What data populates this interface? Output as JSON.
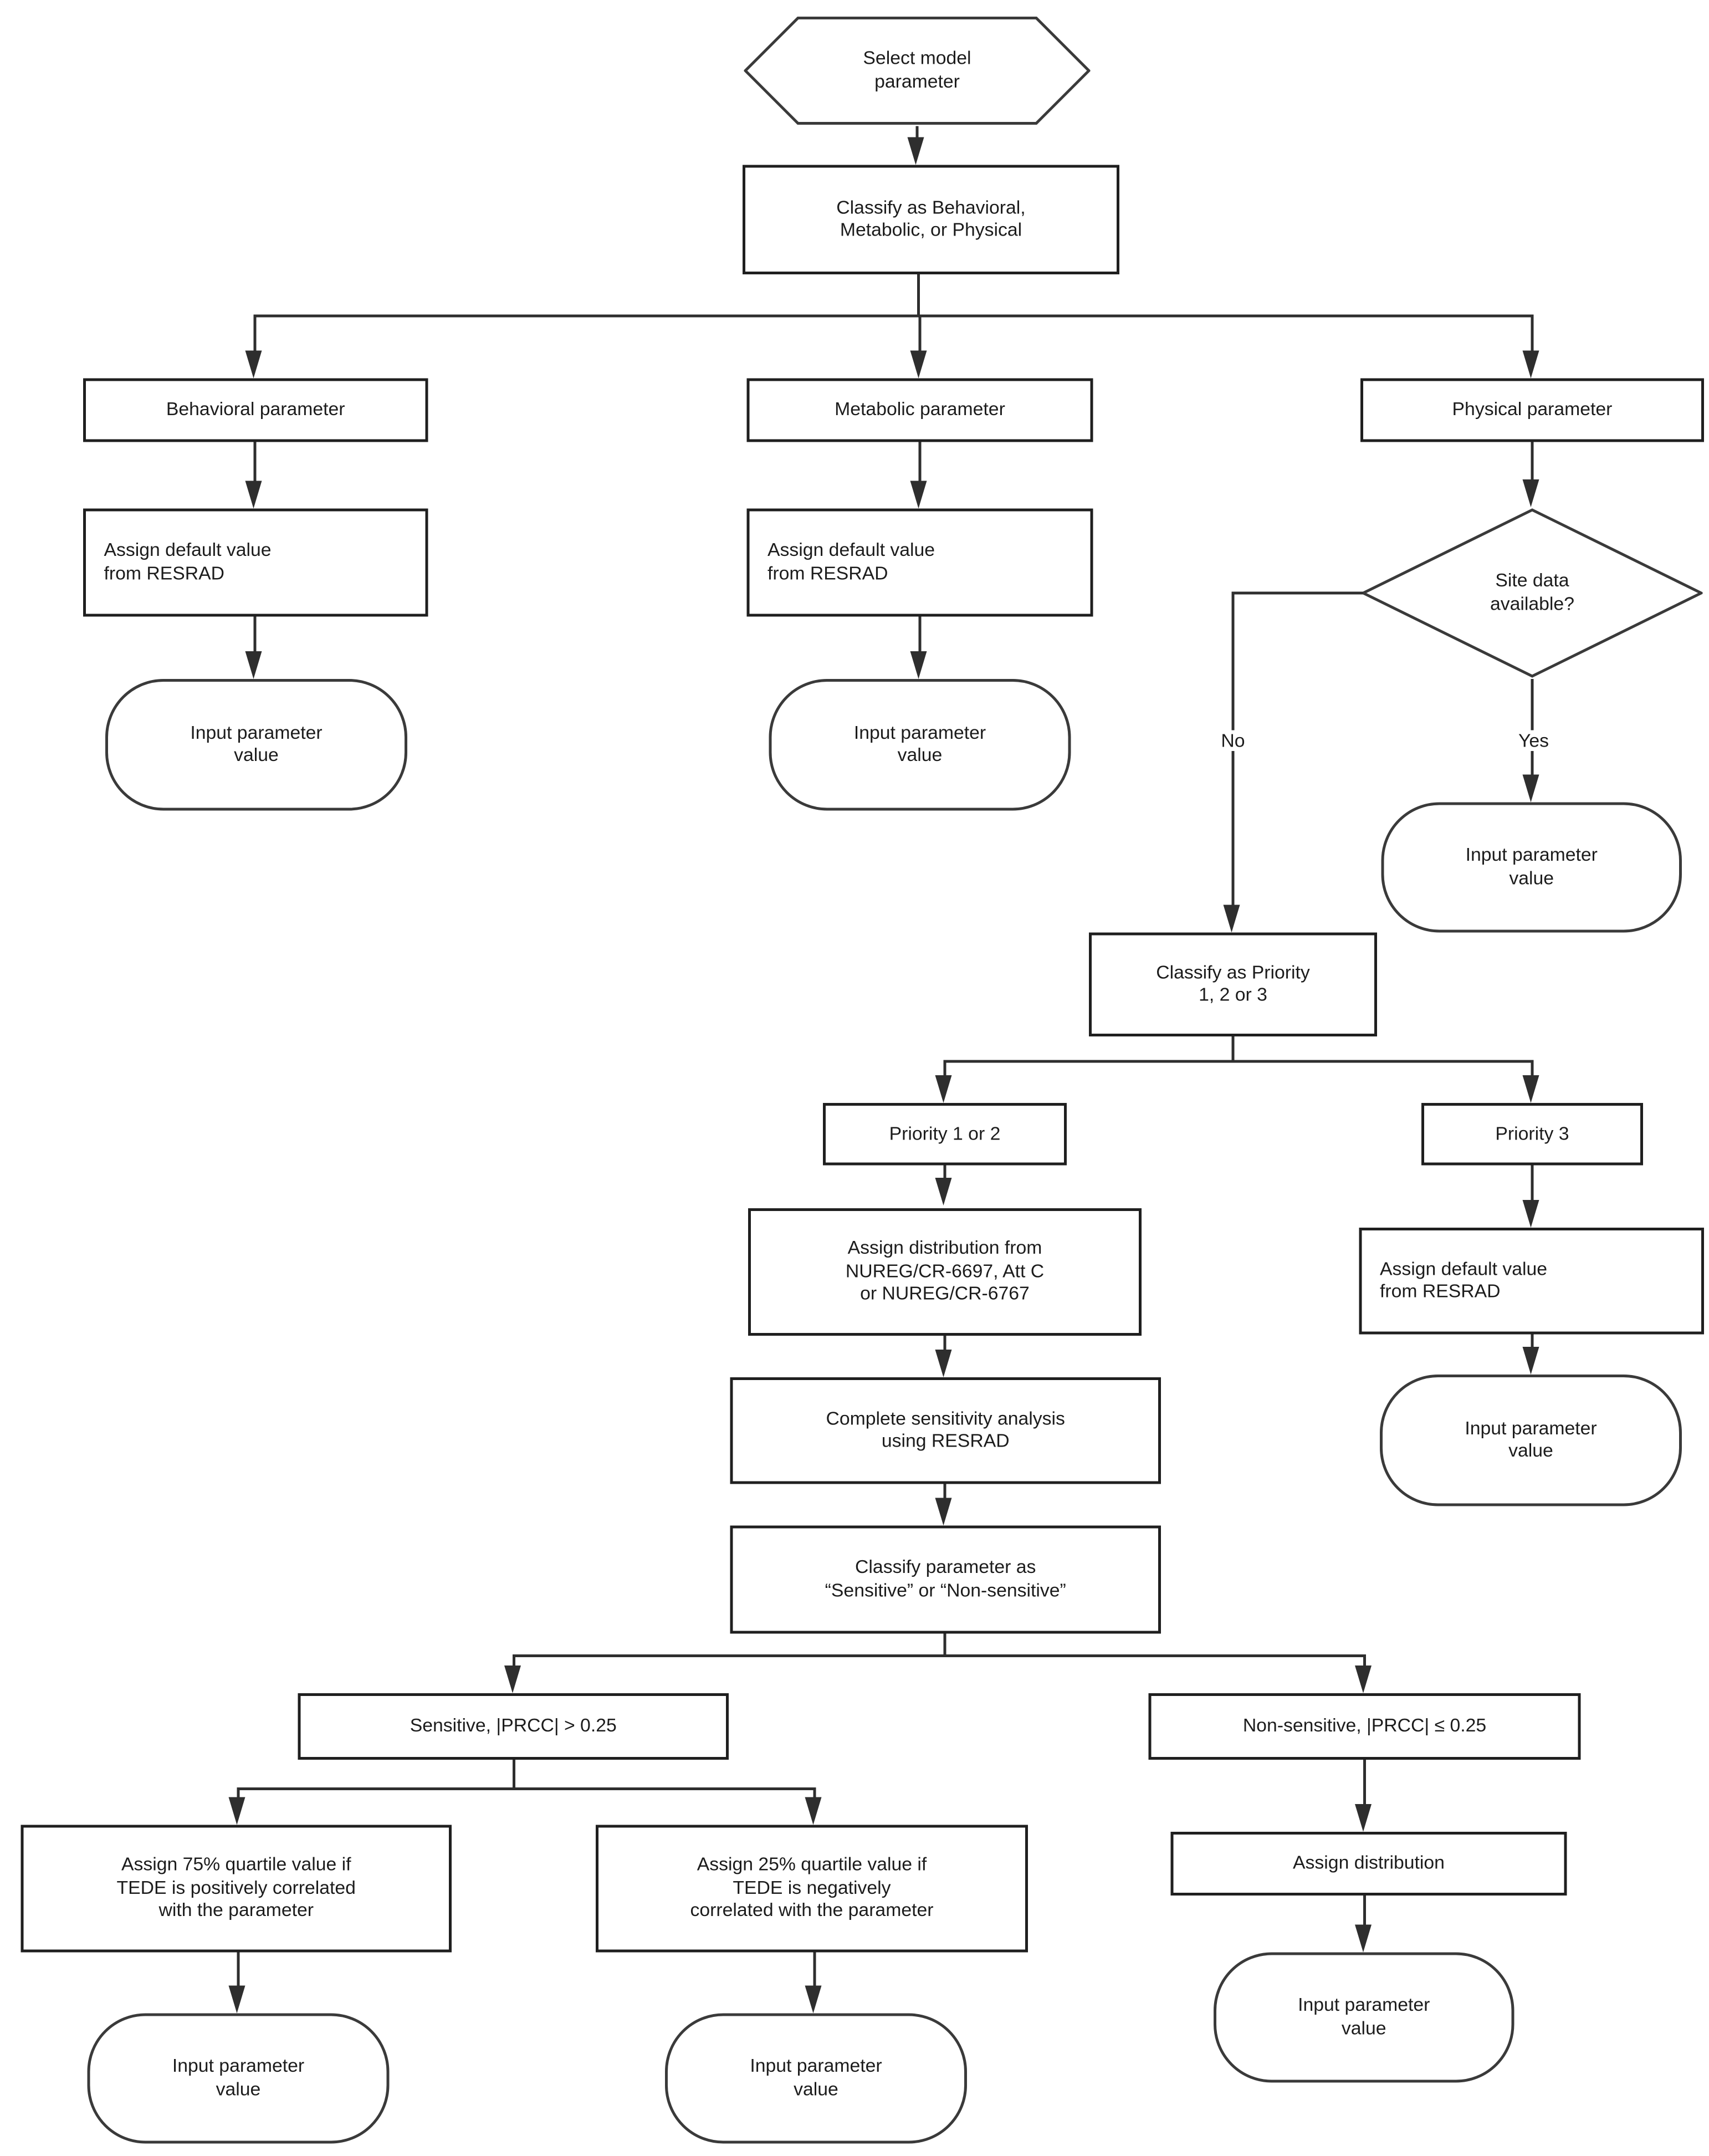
{
  "diagram": {
    "background": "#ffffff",
    "line_color": "#2e2e2e",
    "text_color": "#1c1c1c",
    "nodes": {
      "select_model": {
        "shape": "hexagon",
        "label": "Select model\nparameter"
      },
      "classify_bmp": {
        "shape": "rect",
        "label": "Classify as Behavioral,\nMetabolic, or Physical"
      },
      "behavioral": {
        "shape": "rect",
        "label": "Behavioral parameter"
      },
      "metabolic": {
        "shape": "rect",
        "label": "Metabolic parameter"
      },
      "physical": {
        "shape": "rect",
        "label": "Physical parameter"
      },
      "assign_default_behavioral": {
        "shape": "rect",
        "label": "Assign default value\nfrom RESRAD"
      },
      "assign_default_metabolic": {
        "shape": "rect",
        "label": "Assign default value\nfrom RESRAD"
      },
      "input_value_behavioral": {
        "shape": "stadium",
        "label": "Input parameter\nvalue"
      },
      "input_value_metabolic": {
        "shape": "stadium",
        "label": "Input parameter\nvalue"
      },
      "site_data": {
        "shape": "diamond",
        "label": "Site data\navailable?"
      },
      "input_value_yes": {
        "shape": "stadium",
        "label": "Input parameter\nvalue"
      },
      "classify_priority": {
        "shape": "rect",
        "label": "Classify as Priority\n1, 2 or 3"
      },
      "priority_1_2": {
        "shape": "rect",
        "label": "Priority 1 or 2"
      },
      "priority_3": {
        "shape": "rect",
        "label": "Priority 3"
      },
      "assign_distribution_nureg": {
        "shape": "rect",
        "label": "Assign distribution from\nNUREG/CR-6697, Att C\nor NUREG/CR-6767"
      },
      "assign_default_priority3": {
        "shape": "rect",
        "label": "Assign default value\nfrom RESRAD"
      },
      "input_value_priority3": {
        "shape": "stadium",
        "label": "Input parameter\nvalue"
      },
      "complete_sensitivity": {
        "shape": "rect",
        "label": "Complete sensitivity analysis\nusing RESRAD"
      },
      "classify_sensitive": {
        "shape": "rect",
        "label": "Classify parameter as\n“Sensitive” or “Non-sensitive”"
      },
      "sensitive": {
        "shape": "rect",
        "label": "Sensitive, |PRCC| > 0.25"
      },
      "non_sensitive": {
        "shape": "rect",
        "label": "Non-sensitive, |PRCC| ≤ 0.25"
      },
      "assign_75": {
        "shape": "rect",
        "label": "Assign 75% quartile value if\nTEDE is positively correlated\nwith the parameter"
      },
      "assign_25": {
        "shape": "rect",
        "label": "Assign 25% quartile value if\nTEDE is negatively\ncorrelated with the parameter"
      },
      "assign_distribution": {
        "shape": "rect",
        "label": "Assign distribution"
      },
      "input_value_75": {
        "shape": "stadium",
        "label": "Input parameter\nvalue"
      },
      "input_value_25": {
        "shape": "stadium",
        "label": "Input parameter\nvalue"
      },
      "input_value_dist": {
        "shape": "stadium",
        "label": "Input parameter\nvalue"
      }
    },
    "edge_labels": {
      "no": "No",
      "yes": "Yes"
    }
  }
}
